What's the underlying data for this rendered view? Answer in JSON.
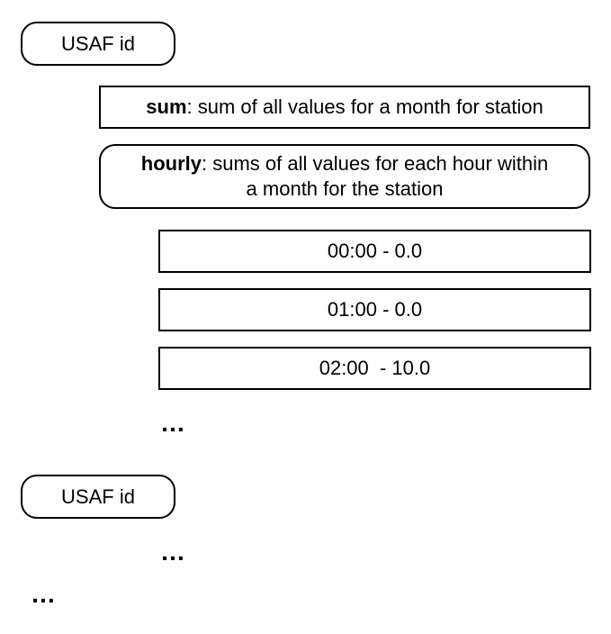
{
  "station_1": {
    "label": "USAF id"
  },
  "sum": {
    "key": "sum",
    "text": ": sum of all values for a month for station"
  },
  "hourly": {
    "key": "hourly",
    "line1_rest": ": sums of all values for each hour within",
    "line2": "a month for the station",
    "entries": [
      "00:00 - 0.0",
      "01:00 - 0.0",
      "02:00  - 10.0"
    ],
    "more": "…"
  },
  "station_2": {
    "label": "USAF id",
    "more": "…"
  },
  "more_stations": "…"
}
